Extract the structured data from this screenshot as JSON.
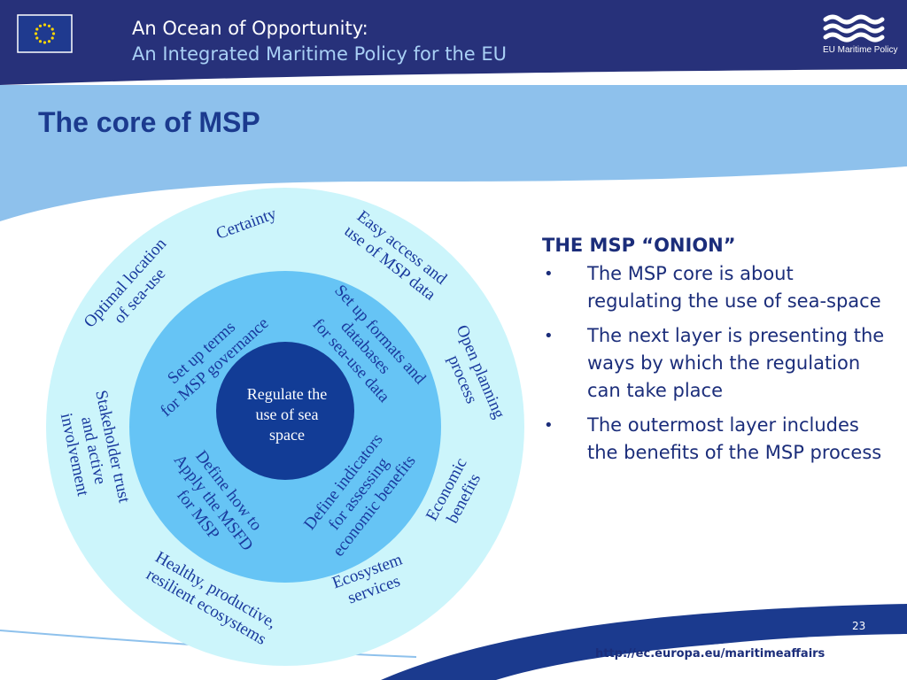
{
  "header": {
    "title_line1": "An Ocean of Opportunity:",
    "title_line2": "An Integrated Maritime Policy for the EU",
    "logo_text": "EU Maritime Policy"
  },
  "slide": {
    "title": "The core of MSP",
    "page_number": "23",
    "url": "http://ec.europa.eu/maritimeaffairs"
  },
  "diagram": {
    "core": [
      "Regulate the",
      "use of sea",
      "space"
    ],
    "middle": {
      "governance": [
        "Set up terms",
        "for MSP governance"
      ],
      "formats": [
        "Set up formats and",
        "databases",
        "for sea-use data"
      ],
      "indicators": [
        "Define indicators",
        "for assessing",
        "economic benefits"
      ],
      "msfd": [
        "Define how to",
        "Apply the MSFD",
        "for MSP"
      ]
    },
    "outer": {
      "certainty": [
        "Certainty"
      ],
      "easy_access": [
        "Easy access and",
        "use of MSP data"
      ],
      "open_planning": [
        "Open planning",
        "process"
      ],
      "economic": [
        "Economic",
        "benefits"
      ],
      "ecosystem": [
        "Ecosystem",
        "services"
      ],
      "healthy": [
        "Healthy, productive,",
        "resilient ecosystems"
      ],
      "stakeholder": [
        "Stakeholder trust",
        "and active",
        "involvement"
      ],
      "optimal": [
        "Optimal location",
        "of sea-use"
      ]
    }
  },
  "sidebar": {
    "heading": "THE MSP “ONION”",
    "bullets": [
      "The MSP core is about regulating the use of sea-space",
      "The next layer is presenting the ways by which the regulation can take place",
      "The outermost layer includes the benefits of the MSP process"
    ],
    "bullet_glyph": "•"
  },
  "colors": {
    "header_navy": "#27317a",
    "light_band": "#8ec1ec",
    "outer_ring": "#ccf5fb",
    "middle_ring": "#66c4f5",
    "core": "#123c96",
    "text_navy": "#1b2d7a"
  },
  "icons": [
    "eu-flag-icon",
    "eu-maritime-policy-waves-icon"
  ]
}
